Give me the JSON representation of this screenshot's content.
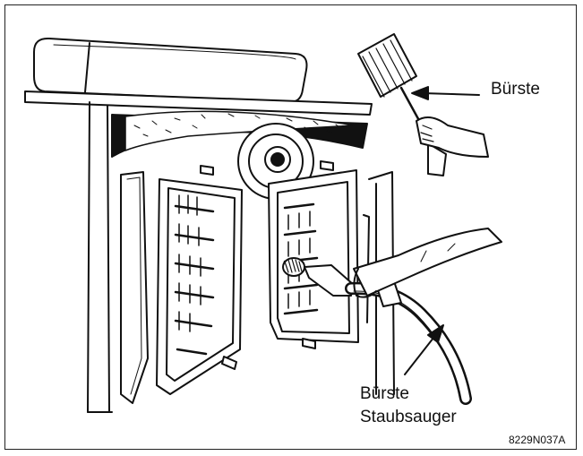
{
  "labels": {
    "brush": "Bürste",
    "vacuum_line1": "Bürste",
    "vacuum_line2": "Staubsauger"
  },
  "figure_code": "8229N037A"
}
